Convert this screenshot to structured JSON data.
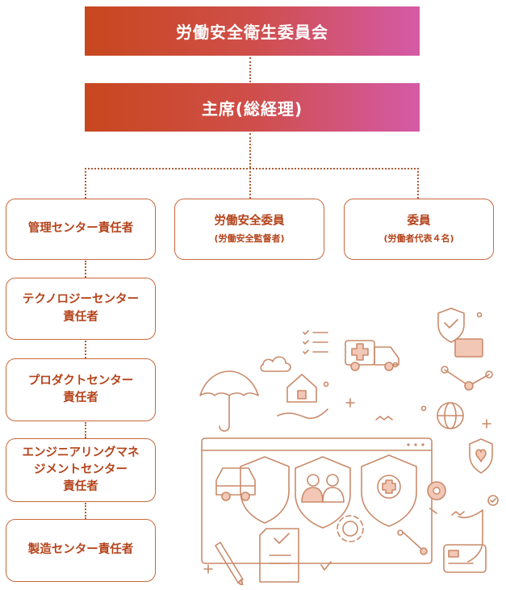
{
  "committee": "労働安全衛生委員会",
  "chair": "主席(総経理)",
  "safety_member": {
    "title": "労働安全委員",
    "note": "(労働安全監督者)"
  },
  "member": {
    "title": "委員",
    "note": "(労働者代表４名)"
  },
  "chain": [
    {
      "label": "管理センター責任者",
      "lines": [
        "管理センター責任者"
      ]
    },
    {
      "label": "テクノロジーセンター責任者",
      "lines": [
        "テクノロジーセンター",
        "責任者"
      ]
    },
    {
      "label": "プロダクトセンター責任者",
      "lines": [
        "プロダクトセンター",
        "責任者"
      ]
    },
    {
      "label": "エンジニアリングマネジメントセンター責任者",
      "lines": [
        "エンジニアリングマネ",
        "ジメントセンター",
        "責任者"
      ]
    },
    {
      "label": "製造センター責任者",
      "lines": [
        "製造センター責任者"
      ]
    }
  ],
  "colors": {
    "accent": "#c8471e",
    "gradient_end": "#d45aa6",
    "box_border": "#c9683c",
    "box_text": "#b4441c",
    "illustration": "#c98a6a"
  },
  "illustration_icons": [
    "shield-check-icon",
    "heart-shield-icon",
    "globe-icon",
    "ambulance-icon",
    "umbrella-icon",
    "house-in-hand-icon",
    "car-shield-icon",
    "family-shield-icon",
    "medical-shield-icon",
    "gear-icon",
    "document-icon",
    "pen-icon",
    "credit-card-icon",
    "cloud-icon"
  ]
}
